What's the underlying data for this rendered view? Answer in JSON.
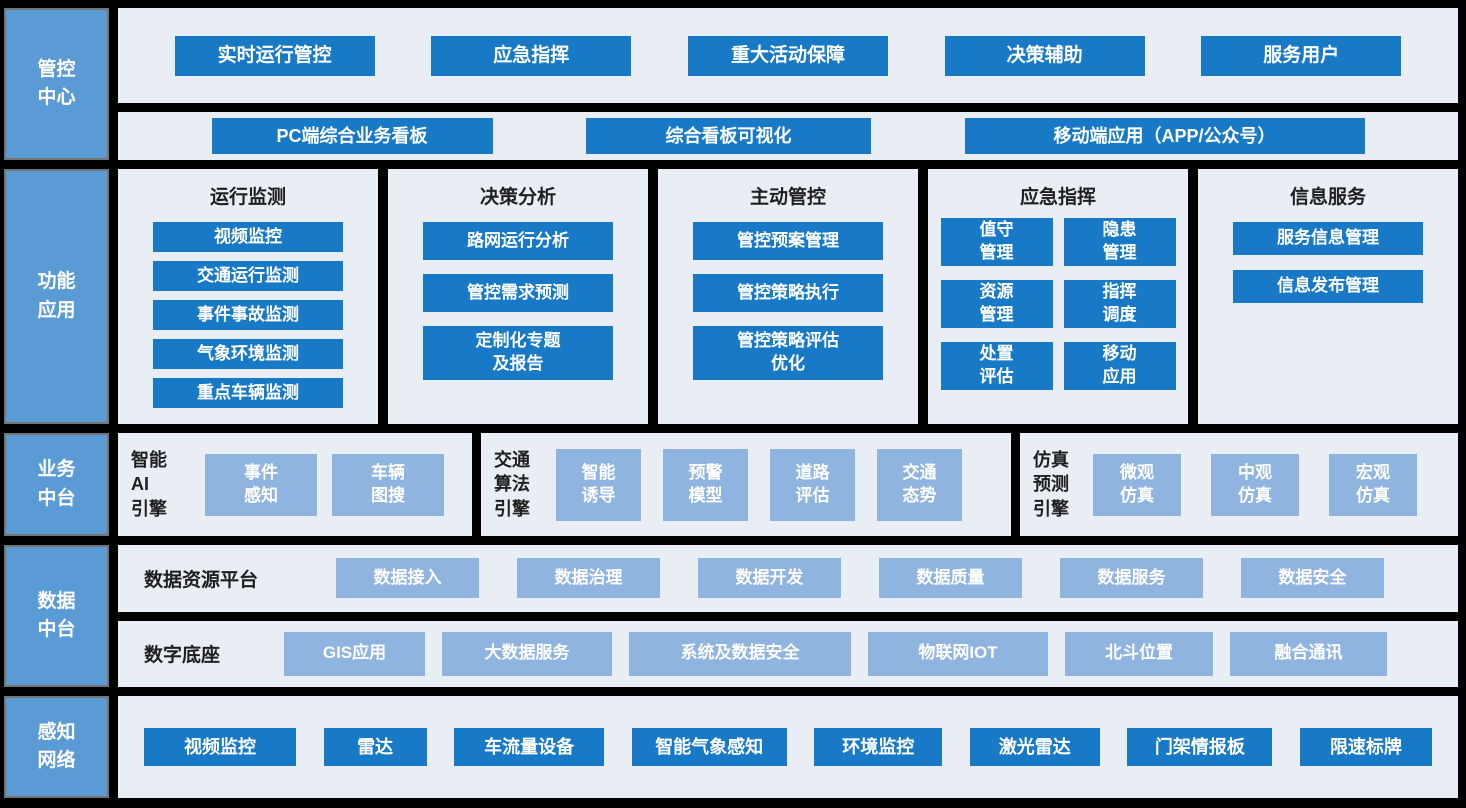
{
  "colors": {
    "background": "#000000",
    "sidebar_block": "#5B9BD5",
    "panel": "#E9EDF4",
    "button_dark": "#1879C6",
    "button_light": "#8FB4DF"
  },
  "sidebar": {
    "items": [
      {
        "label": "管控\n中心"
      },
      {
        "label": "功能\n应用"
      },
      {
        "label": "业务\n中台"
      },
      {
        "label": "数据\n中台"
      },
      {
        "label": "感知\n网络"
      }
    ]
  },
  "control_center": {
    "top_buttons": [
      "实时运行管控",
      "应急指挥",
      "重大活动保障",
      "决策辅助",
      "服务用户"
    ],
    "board_buttons": [
      "PC端综合业务看板",
      "综合看板可视化",
      "移动端应用（APP/公众号）"
    ]
  },
  "function_apps": {
    "columns": [
      {
        "title": "运行监测",
        "buttons": [
          "视频监控",
          "交通运行监测",
          "事件事故监测",
          "气象环境监测",
          "重点车辆监测"
        ]
      },
      {
        "title": "决策分析",
        "buttons": [
          "路网运行分析",
          "管控需求预测",
          "定制化专题\n及报告"
        ]
      },
      {
        "title": "主动管控",
        "buttons": [
          "管控预案管理",
          "管控策略执行",
          "管控策略评估\n优化"
        ]
      },
      {
        "title": "应急指挥",
        "buttons": [
          "值守\n管理",
          "隐患\n管理",
          "资源\n管理",
          "指挥\n调度",
          "处置\n评估",
          "移动\n应用"
        ]
      },
      {
        "title": "信息服务",
        "buttons": [
          "服务信息管理",
          "信息发布管理"
        ]
      }
    ]
  },
  "business_platform": {
    "engines": [
      {
        "label": "智能\nAI\n引擎",
        "buttons": [
          "事件\n感知",
          "车辆\n图搜"
        ]
      },
      {
        "label": "交通\n算法\n引擎",
        "buttons": [
          "智能\n诱导",
          "预警\n模型",
          "道路\n评估",
          "交通\n态势"
        ]
      },
      {
        "label": "仿真\n预测\n引擎",
        "buttons": [
          "微观\n仿真",
          "中观\n仿真",
          "宏观\n仿真"
        ]
      }
    ]
  },
  "data_platform": {
    "rows": [
      {
        "label": "数据资源平台",
        "buttons": [
          "数据接入",
          "数据治理",
          "数据开发",
          "数据质量",
          "数据服务",
          "数据安全"
        ]
      },
      {
        "label": "数字底座",
        "buttons": [
          "GIS应用",
          "大数据服务",
          "系统及数据安全",
          "物联网IOT",
          "北斗位置",
          "融合通讯"
        ]
      }
    ]
  },
  "perception_network": {
    "buttons": [
      "视频监控",
      "雷达",
      "车流量设备",
      "智能气象感知",
      "环境监控",
      "激光雷达",
      "门架情报板",
      "限速标牌"
    ]
  }
}
